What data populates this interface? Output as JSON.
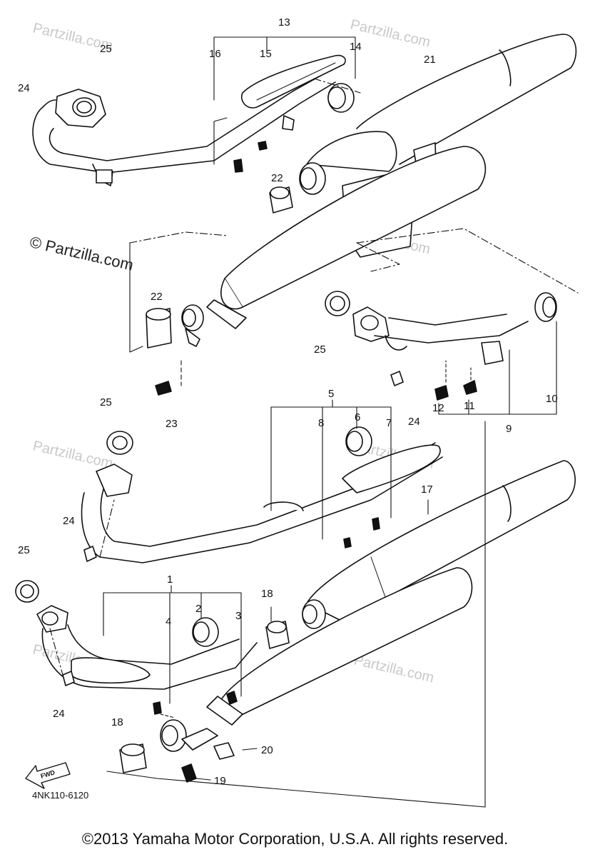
{
  "diagram": {
    "watermark": "Partzilla.com",
    "watermark_main": "© Partzilla.com",
    "code": "4NK110-6120",
    "fwd_label": "FWD",
    "copyright": "©2013 Yamaha Motor Corporation, U.S.A. All rights reserved.",
    "callouts": [
      "1",
      "2",
      "3",
      "4",
      "5",
      "6",
      "7",
      "8",
      "9",
      "10",
      "11",
      "12",
      "13",
      "14",
      "15",
      "16",
      "17",
      "18",
      "19",
      "20",
      "21",
      "22",
      "23",
      "24",
      "25"
    ]
  }
}
